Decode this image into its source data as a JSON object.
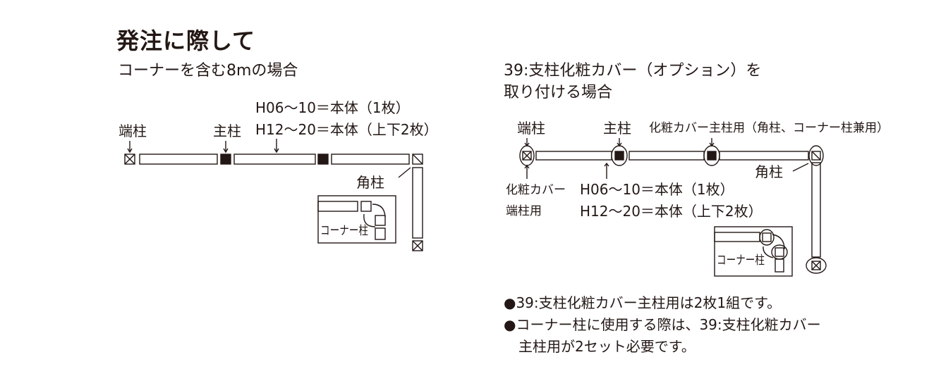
{
  "heading": "発注に際して",
  "left": {
    "subtitle": "コーナーを含む8mの場合",
    "label_end_post": "端柱",
    "label_main_post": "主柱",
    "panel_note_1": "H06～10＝本体（1枚）",
    "panel_note_2": "H12～20＝本体（上下2枚）",
    "label_corner_post": "角柱",
    "inset_label": "コーナー柱"
  },
  "right": {
    "subtitle_1": "39:支柱化粧カバー（オプション）を",
    "subtitle_2": "取り付ける場合",
    "label_end_post": "端柱",
    "label_main_post": "主柱",
    "label_cover_main": "化粧カバー主柱用（角柱、コーナー柱兼用）",
    "label_corner_post": "角柱",
    "label_cover_end_1": "化粧カバー",
    "label_cover_end_2": "端柱用",
    "panel_note_1": "H06～10＝本体（1枚）",
    "panel_note_2": "H12～20＝本体（上下2枚）",
    "inset_label": "コーナー柱"
  },
  "notes": {
    "bullet": "●",
    "line_1": "39:支柱化粧カバー主柱用は2枚1組です。",
    "line_2": "コーナー柱に使用する際は、39:支柱化粧カバー",
    "line_3": "主柱用が2セット必要です。"
  },
  "colors": {
    "ink": "#231815",
    "background": "#ffffff"
  }
}
